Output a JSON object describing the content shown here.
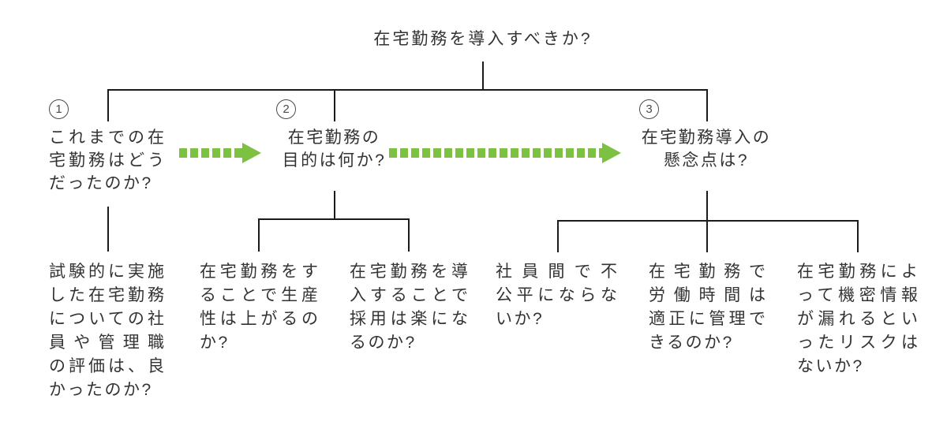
{
  "title": "在宅勤務を導入すべきか?",
  "branches": [
    {
      "number": "1",
      "label": "これまでの在\n宅勤務はどう\nだったのか?",
      "children": [
        "試験的に実施\nした在宅勤務\nについての社\n員や管理職\nの評価は、良\nかったのか?"
      ]
    },
    {
      "number": "2",
      "label": "在宅勤務の\n目的は何か?",
      "children": [
        "在宅勤務をす\nることで生産\n性は上がるの\nか?",
        "在宅勤務を導\n入することで\n採用は楽にな\nるのか?"
      ]
    },
    {
      "number": "3",
      "label": "在宅勤務導入の\n懸念点は?",
      "children": [
        "社員間で不\n公平にならな\nいか?",
        "在宅勤務で\n労働時間は\n適正に管理で\nきるのか?",
        "在宅勤務によ\nって機密情報\nが漏れるとい\nったリスクは\nないか?"
      ]
    }
  ],
  "colors": {
    "arrow_green": "#7cc142",
    "line_black": "#1b1b1b",
    "text": "#333333"
  }
}
